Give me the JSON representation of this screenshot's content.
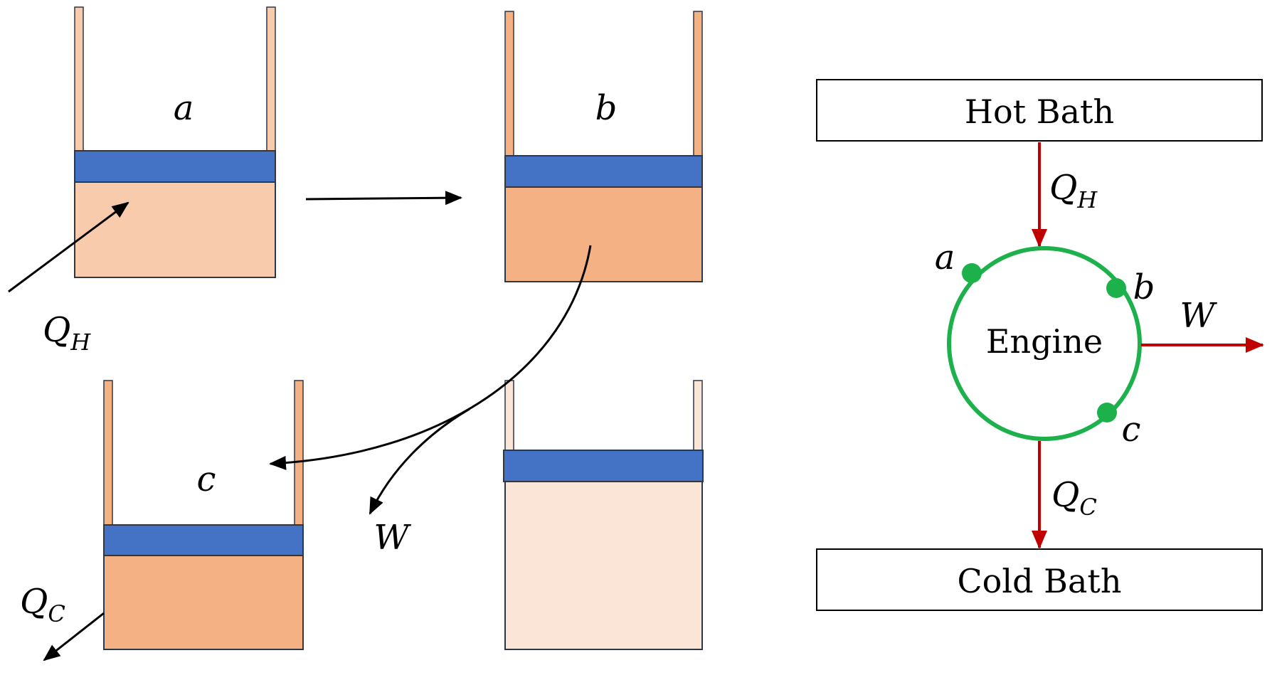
{
  "cylinders": {
    "a": {
      "label": "a"
    },
    "b": {
      "label": "b"
    },
    "c": {
      "label": "c"
    }
  },
  "left_labels": {
    "q_hot": {
      "main": "Q",
      "sub": "H"
    },
    "q_cold": {
      "main": "Q",
      "sub": "C"
    },
    "work": "W"
  },
  "engine_diagram": {
    "hot_bath": "Hot Bath",
    "cold_bath": "Cold Bath",
    "engine": "Engine",
    "q_hot": {
      "main": "Q",
      "sub": "H"
    },
    "q_cold": {
      "main": "Q",
      "sub": "C"
    },
    "work": "W",
    "points": {
      "a": "a",
      "b": "b",
      "c": "c"
    }
  },
  "colors": {
    "piston": "#4472c4",
    "gas_light": "#f8cbad",
    "gas_medium": "#f4b183",
    "gas_pale": "#fbe5d6",
    "engine_ring": "#1db14b",
    "engine_arrow": "#c00000",
    "outline": "#2f3747"
  }
}
